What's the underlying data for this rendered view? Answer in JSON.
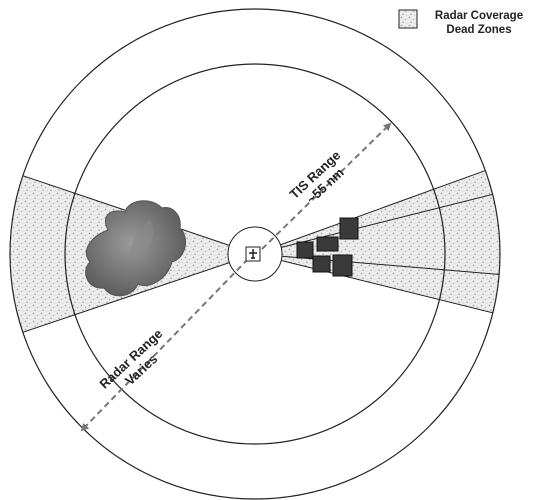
{
  "legend": {
    "line1": "Radar Coverage",
    "line2": "Dead Zones"
  },
  "labels": {
    "tis_range_line1": "TIS Range",
    "tis_range_line2": "~55 nm",
    "radar_range_line1": "Radar Range",
    "radar_range_line2": "Varies"
  },
  "colors": {
    "line": "#222222",
    "dead_zone_fill": "#ebebeb",
    "target": "#3a3a3a",
    "weather": "#6e6e6e"
  },
  "icons": {
    "aircraft": "aircraft-icon",
    "targets": "traffic-target-square"
  }
}
